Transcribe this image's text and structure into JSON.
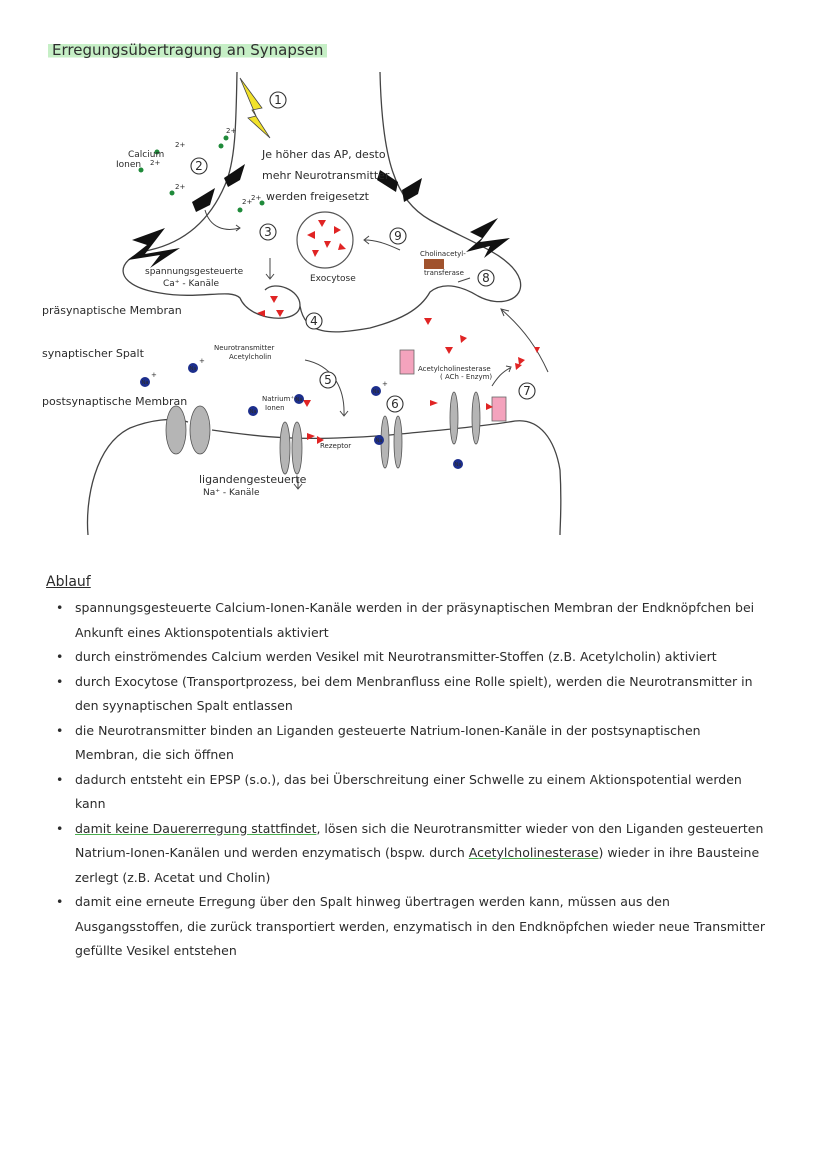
{
  "title": "Erregungsübertragung an Synapsen",
  "diagram": {
    "labels": {
      "ap_text_1": "Je höher das AP, desto",
      "ap_text_2": "mehr Neurotransmitter",
      "ap_text_3": "werden freigesetzt",
      "calcium_1": "Calcium",
      "calcium_2": "Ionen",
      "channel_1": "spannungsgesteuerte",
      "channel_2": "Ca⁺ - Kanäle",
      "exocytose": "Exocytose",
      "cholin_1": "Cholinacetyl-",
      "cholin_2": "transferase",
      "neuro_1": "Neurotransmitter",
      "neuro_2": "Acetylcholin",
      "natrium_1": "Natrium⁺-",
      "natrium_2": "Ionen",
      "rezeptor": "Rezeptor",
      "ace_1": "Acetylcholinesterase",
      "ace_2": "( ACh - Enzym)",
      "ligand_1": "ligandengesteuerte",
      "ligand_2": "Na⁺ - Kanäle",
      "pre_membrane": "präsynaptische Membran",
      "cleft": "synaptischer Spalt",
      "post_membrane": "postsynaptische Membran",
      "na": "Na",
      "ca_charge": "2+",
      "na_charge": "+"
    },
    "numbers": [
      "1",
      "2",
      "3",
      "4",
      "5",
      "6",
      "7",
      "8",
      "9"
    ],
    "colors": {
      "membrane": "#444444",
      "channel_black": "#111111",
      "channel_gray": "#b5b5b5",
      "neurotransmitter": "#e02424",
      "calcium": "#1f8a3a",
      "sodium": "#1c2e8c",
      "enzyme_pink": "#f4a3bd",
      "enzyme_brown": "#a0522d",
      "lightning": "#f2e22b",
      "title_highlight": "#c6efc6"
    }
  },
  "ablauf": {
    "heading": "Ablauf",
    "items": [
      "spannungsgesteuerte Calcium-Ionen-Kanäle werden in der präsynaptischen Membran der Endknöpfchen bei Ankunft eines Aktionspotentials aktiviert",
      "durch einströmendes Calcium werden Vesikel mit Neurotransmitter-Stoffen (z.B. Acetylcholin) aktiviert",
      "durch Exocytose (Transportprozess, bei dem Menbranfluss eine Rolle spielt), werden die Neurotransmitter in den syynaptischen Spalt entlassen",
      "die Neurotransmitter binden an Liganden gesteuerte Natrium-Ionen-Kanäle in der postsynaptischen Membran, die sich öffnen",
      "dadurch entsteht ein EPSP (s.o.), das bei Überschreitung einer Schwelle zu einem Aktionspotential werden kann",
      {
        "a": "damit keine Dauererregung stattfindet",
        "b": ", lösen sich die Neurotransmitter wieder von den Liganden gesteuerten Natrium-Ionen-Kanälen und werden enzymatisch (bspw. durch ",
        "c": "Acetylcholinesterase",
        "d": ") wieder in ihre Bausteine zerlegt (z.B. Acetat und Cholin)"
      },
      "damit eine erneute Erregung über den Spalt hinweg übertragen werden kann, müssen aus den Ausgangsstoffen, die zurück transportiert werden, enzymatisch in den Endknöpfchen wieder neue Transmitter gefüllte Vesikel entstehen"
    ]
  }
}
